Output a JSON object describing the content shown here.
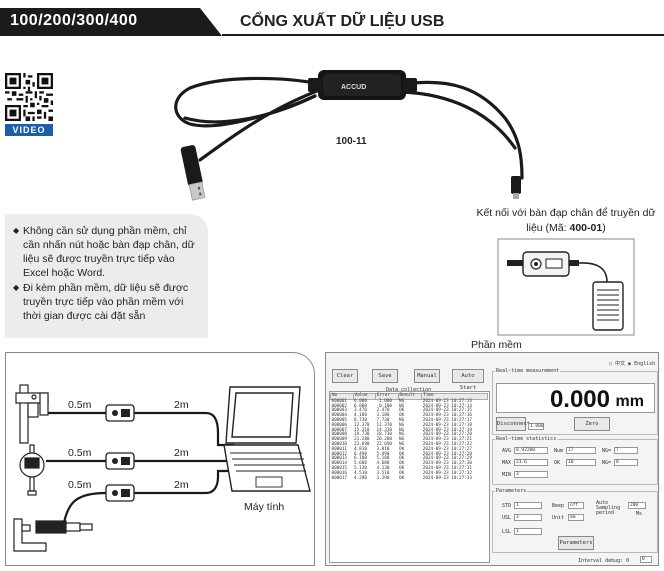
{
  "header": {
    "models": "100/200/300/400",
    "title": "CỔNG XUẤT DỮ LIỆU USB"
  },
  "qr": {
    "badge": "VIDEO"
  },
  "product": {
    "cable_label": "ACCUD",
    "part_code": "100-11"
  },
  "footswitch": {
    "caption_prefix": "Kết nối với bàn đạp chân để truyền dữ liệu (Mã: ",
    "code": "400-01",
    "caption_suffix": ")"
  },
  "features": {
    "items": [
      "Không cần sử dụng phần mềm, chỉ cần nhấn nút hoặc bàn đạp chân, dữ liệu sẽ được truyền trực tiếp vào Excel hoặc Word.",
      "Đi kèm phần mềm, dữ liệu sẽ được truyền trực tiếp vào phần mềm với thời gian được cài đặt sẵn"
    ]
  },
  "software": {
    "caption": "Phần mềm",
    "lang_cn": "中文",
    "lang_en": "English",
    "buttons": {
      "clear": "Clear",
      "save": "Save",
      "manual": "Manual",
      "auto_start": "Auto Start",
      "disconnect": "Disconnect",
      "zero": "Zero",
      "parameters": "Parameters"
    },
    "data_collection_title": "Data collection",
    "columns": [
      "No",
      "Value",
      "Error",
      "Result",
      "Time"
    ],
    "rows": [
      [
        "000001",
        "6.080",
        "-1.080",
        "NG",
        "2024-09-23 10:27:13"
      ],
      [
        "000002",
        "6.880",
        "-0.180",
        "NG",
        "2024-09-23 10:27:14"
      ],
      [
        "000003",
        "3.470",
        "2.470",
        "OK",
        "2024-09-23 10:27:15"
      ],
      [
        "000004",
        "4.180",
        "3.180",
        "OK",
        "2024-09-23 10:27:16"
      ],
      [
        "000005",
        "8.730",
        "7.730",
        "NG",
        "2024-09-23 10:27:17"
      ],
      [
        "000006",
        "12.370",
        "11.370",
        "NG",
        "2024-09-23 10:27:18"
      ],
      [
        "000007",
        "15.310",
        "14.310",
        "NG",
        "2024-09-23 10:27:19"
      ],
      [
        "000008",
        "19.730",
        "18.730",
        "NG",
        "2024-09-23 10:27:20"
      ],
      [
        "000009",
        "21.280",
        "20.280",
        "NG",
        "2024-09-23 10:27:21"
      ],
      [
        "000010",
        "23.690",
        "22.690",
        "NG",
        "2024-09-23 10:27:22"
      ],
      [
        "000011",
        "4.810",
        "3.810",
        "OK",
        "2024-09-23 10:27:27"
      ],
      [
        "000012",
        "6.490",
        "5.490",
        "OK",
        "2024-09-23 10:27:28"
      ],
      [
        "000013",
        "6.180",
        "5.180",
        "OK",
        "2024-09-23 10:27:29"
      ],
      [
        "000014",
        "5.680",
        "4.680",
        "OK",
        "2024-09-23 10:27:30"
      ],
      [
        "000015",
        "5.130",
        "4.130",
        "OK",
        "2024-09-23 10:27:31"
      ],
      [
        "000016",
        "4.510",
        "3.510",
        "OK",
        "2024-09-23 10:27:32"
      ],
      [
        "000017",
        "4.290",
        "3.290",
        "OK",
        "2024-09-23 10:27:33"
      ]
    ],
    "realtime_title": "Real-time measurement",
    "reading": "0.000",
    "unit": "mm",
    "reading_small": "1.000",
    "stats_title": "Real-time statistics",
    "stats": {
      "avg_label": "AVG",
      "avg_value": "8.92200",
      "num_label": "Num",
      "num_value": "17",
      "ng_label": "NG=",
      "ng_value": "7",
      "max_label": "MAX",
      "max_value": "23.6",
      "ok_label": "OK",
      "ok_value": "10",
      "min_label": "MIN",
      "min_value": "3",
      "ng2_label": "NG=",
      "ng2_value": "0"
    },
    "params_title": "Parameters",
    "params": {
      "std_label": "STD",
      "std_value": "1",
      "beep_label": "Beep",
      "beep_value": "off",
      "auto_label": "Auto Sampling period",
      "auto_value": "200",
      "ms_label": "Ms",
      "usl_label": "USL",
      "usl_value": "3",
      "unit_label": "Unit",
      "unit_value": "mm",
      "lsl_label": "LSL",
      "lsl_value": "1"
    },
    "status": "Interval debug: 0",
    "status_value": "0"
  },
  "connection": {
    "dist_left": [
      "0.5m",
      "0.5m",
      "0.5m"
    ],
    "dist_right": [
      "2m",
      "2m",
      "2m"
    ],
    "pc_label": "Máy tính"
  }
}
